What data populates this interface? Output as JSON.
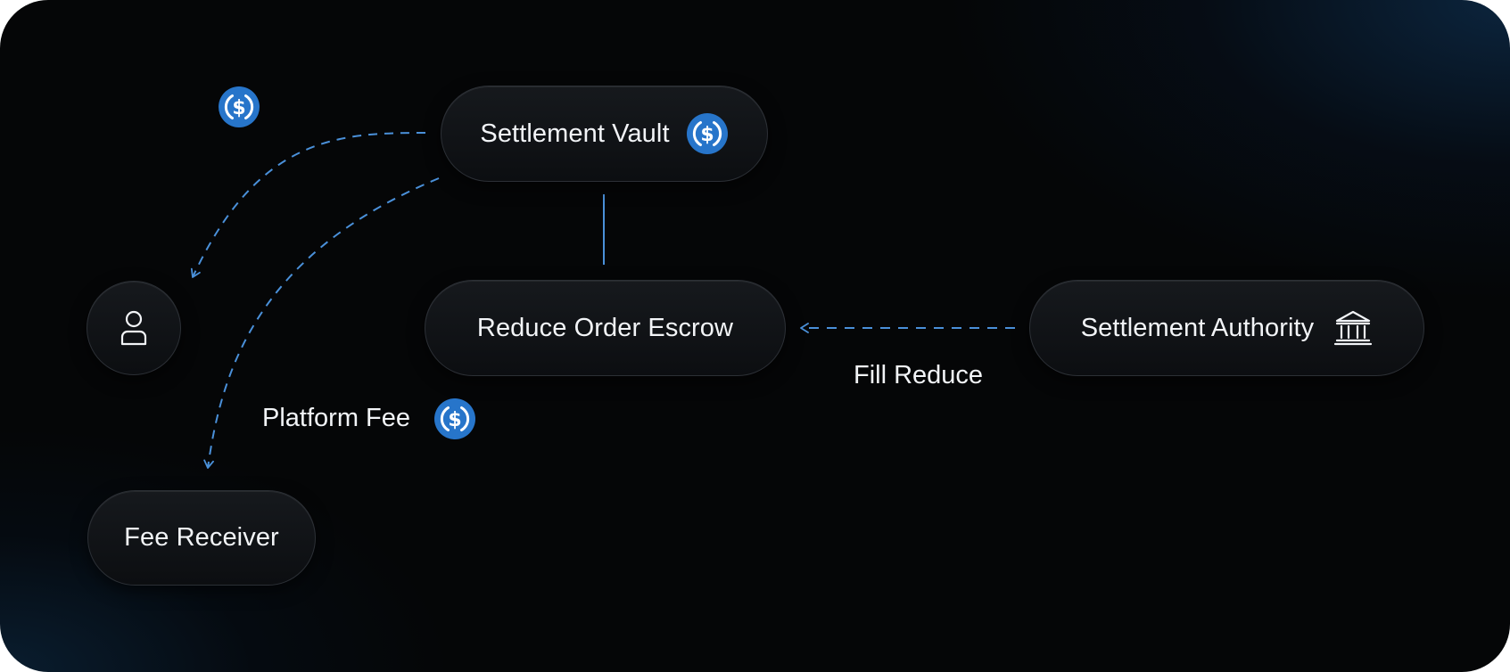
{
  "diagram": {
    "nodes": {
      "settlement_vault": "Settlement Vault",
      "reduce_order_escrow": "Reduce Order Escrow",
      "settlement_authority": "Settlement Authority",
      "fee_receiver": "Fee Receiver",
      "user": ""
    },
    "edge_labels": {
      "fill_reduce": "Fill Reduce",
      "platform_fee": "Platform Fee"
    },
    "icons": {
      "token": "usdc-coin-icon",
      "authority": "bank-icon",
      "user": "user-icon"
    },
    "colors": {
      "connector": "#4a90d9",
      "coin": "#2775ca",
      "text": "#f2f4f7"
    }
  }
}
